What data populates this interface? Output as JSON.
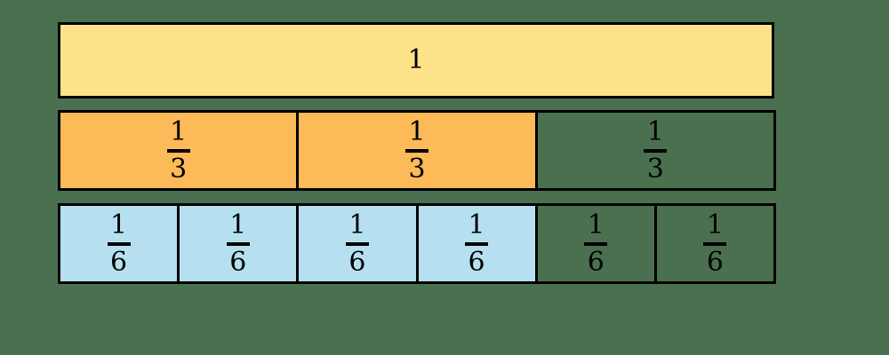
{
  "diagram": {
    "title": "fraction-bar-model",
    "background_color": "#4a7050",
    "border_color": "#000000",
    "rows": [
      {
        "name": "whole-row",
        "denominator": 1,
        "fill_color": "#fce38a",
        "filled_count": 1,
        "cells": [
          {
            "label": "1",
            "numerator": "1",
            "denominator": "",
            "is_fraction": false,
            "filled": true
          }
        ]
      },
      {
        "name": "thirds-row",
        "denominator": 3,
        "fill_color": "#fcba58",
        "filled_count": 2,
        "cells": [
          {
            "label": "1/3",
            "numerator": "1",
            "denominator": "3",
            "is_fraction": true,
            "filled": true
          },
          {
            "label": "1/3",
            "numerator": "1",
            "denominator": "3",
            "is_fraction": true,
            "filled": true
          },
          {
            "label": "1/3",
            "numerator": "1",
            "denominator": "3",
            "is_fraction": true,
            "filled": false
          }
        ]
      },
      {
        "name": "sixths-row",
        "denominator": 6,
        "fill_color": "#b6e0ef",
        "filled_count": 4,
        "cells": [
          {
            "label": "1/6",
            "numerator": "1",
            "denominator": "6",
            "is_fraction": true,
            "filled": true
          },
          {
            "label": "1/6",
            "numerator": "1",
            "denominator": "6",
            "is_fraction": true,
            "filled": true
          },
          {
            "label": "1/6",
            "numerator": "1",
            "denominator": "6",
            "is_fraction": true,
            "filled": true
          },
          {
            "label": "1/6",
            "numerator": "1",
            "denominator": "6",
            "is_fraction": true,
            "filled": true
          },
          {
            "label": "1/6",
            "numerator": "1",
            "denominator": "6",
            "is_fraction": true,
            "filled": false
          },
          {
            "label": "1/6",
            "numerator": "1",
            "denominator": "6",
            "is_fraction": true,
            "filled": false
          }
        ]
      }
    ]
  }
}
